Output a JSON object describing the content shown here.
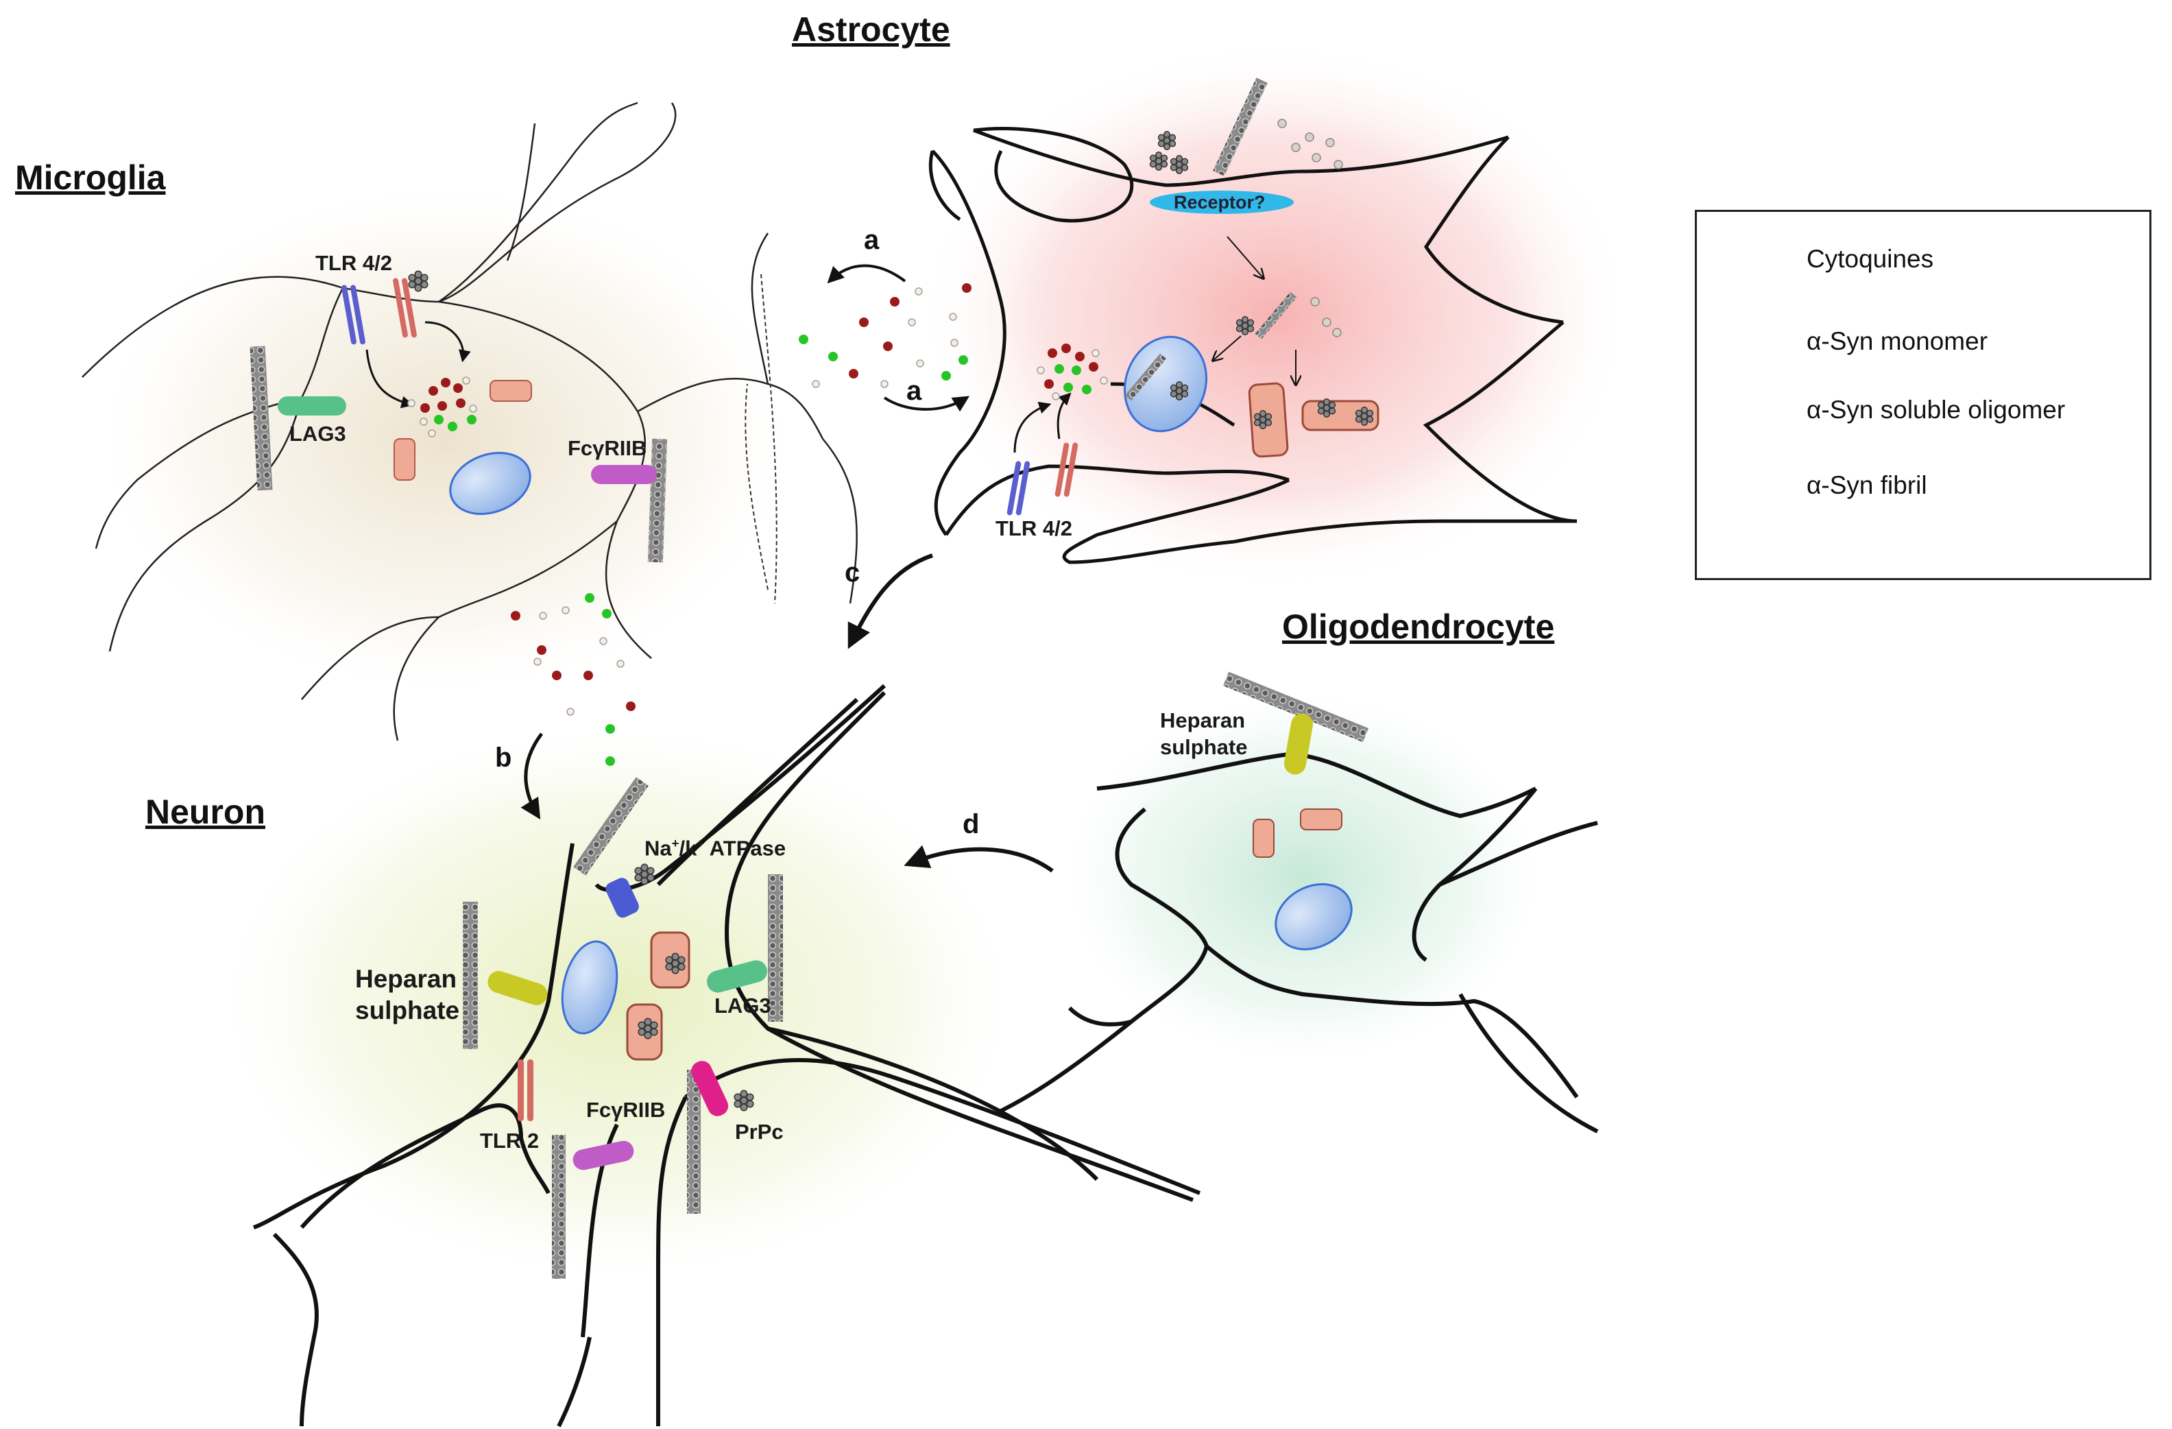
{
  "cells": {
    "astrocyte": "Astrocyte",
    "microglia": "Microglia",
    "neuron": "Neuron",
    "oligodendrocyte": "Oligodendrocyte"
  },
  "receptors": {
    "microglia_tlr": "TLR 4/2",
    "microglia_lag3": "LAG3",
    "microglia_fcgr": "FcγRIIB",
    "astro_receptor": "Receptor?",
    "astro_tlr": "TLR 4/2",
    "neuron_atpase_main": "Na",
    "neuron_atpase_sup1": "+",
    "neuron_atpase_mid": "/k",
    "neuron_atpase_sup2": "+",
    "neuron_atpase_end": " ATPase",
    "neuron_heparan_1": "Heparan",
    "neuron_heparan_2": "sulphate",
    "neuron_lag3": "LAG3",
    "neuron_tlr2": "TLR  2",
    "neuron_fcgr": "FcγRIIB",
    "neuron_prpc": "PrPc",
    "oligo_heparan_1": "Heparan",
    "oligo_heparan_2": "sulphate"
  },
  "pathways": {
    "a_top": "a",
    "a_bottom": "a",
    "b": "b",
    "c": "c",
    "d": "d"
  },
  "legend": {
    "cytokines": "Cytoquines",
    "monomer": "α-Syn monomer",
    "oligomer": "α-Syn soluble oligomer",
    "fibril": "α-Syn fibril"
  },
  "colors": {
    "cytokine_red": "#9b1b1b",
    "cytokine_green": "#27c427",
    "astrocyte_glow": "#f6a5a5",
    "microglia_glow": "#eadfc8",
    "neuron_glow": "#e6eebb",
    "oligo_glow": "#bfe6d3",
    "nucleus": "#8fb2e6",
    "tlr_blue": "#5a5fd0",
    "tlr_red": "#d56a62",
    "lag3": "#58c18a",
    "fcgr": "#c05cc8",
    "heparan": "#c9c925",
    "prpc": "#e0208a",
    "atpase": "#4a5bd1",
    "receptor": "#2fb8e8"
  }
}
